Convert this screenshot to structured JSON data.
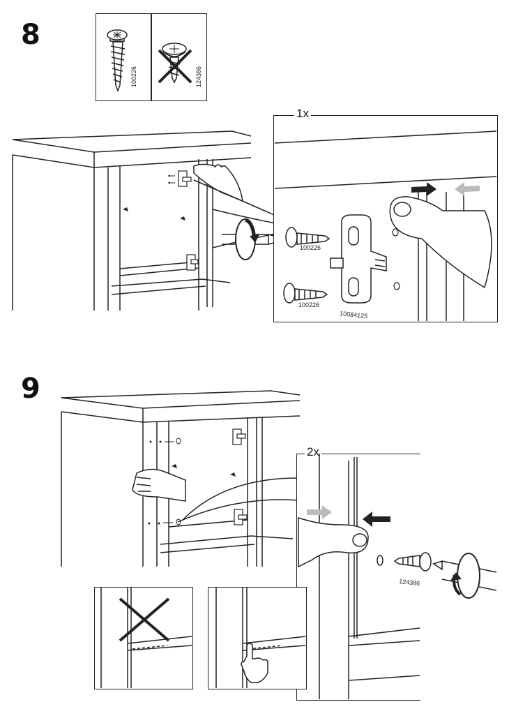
{
  "steps": [
    {
      "number": "8",
      "parts_box": {
        "allowed_code": "100226",
        "forbidden_code": "124386"
      },
      "detail_label": "1x",
      "detail_codes": [
        "100226",
        "100226",
        "10084125"
      ]
    },
    {
      "number": "9",
      "detail_label": "2x",
      "detail_code": "124386"
    }
  ],
  "icons": [
    "screwdriver-clockwise-icon",
    "cross-mark-icon",
    "pointing-hand-icon",
    "push-arrow-icon"
  ]
}
